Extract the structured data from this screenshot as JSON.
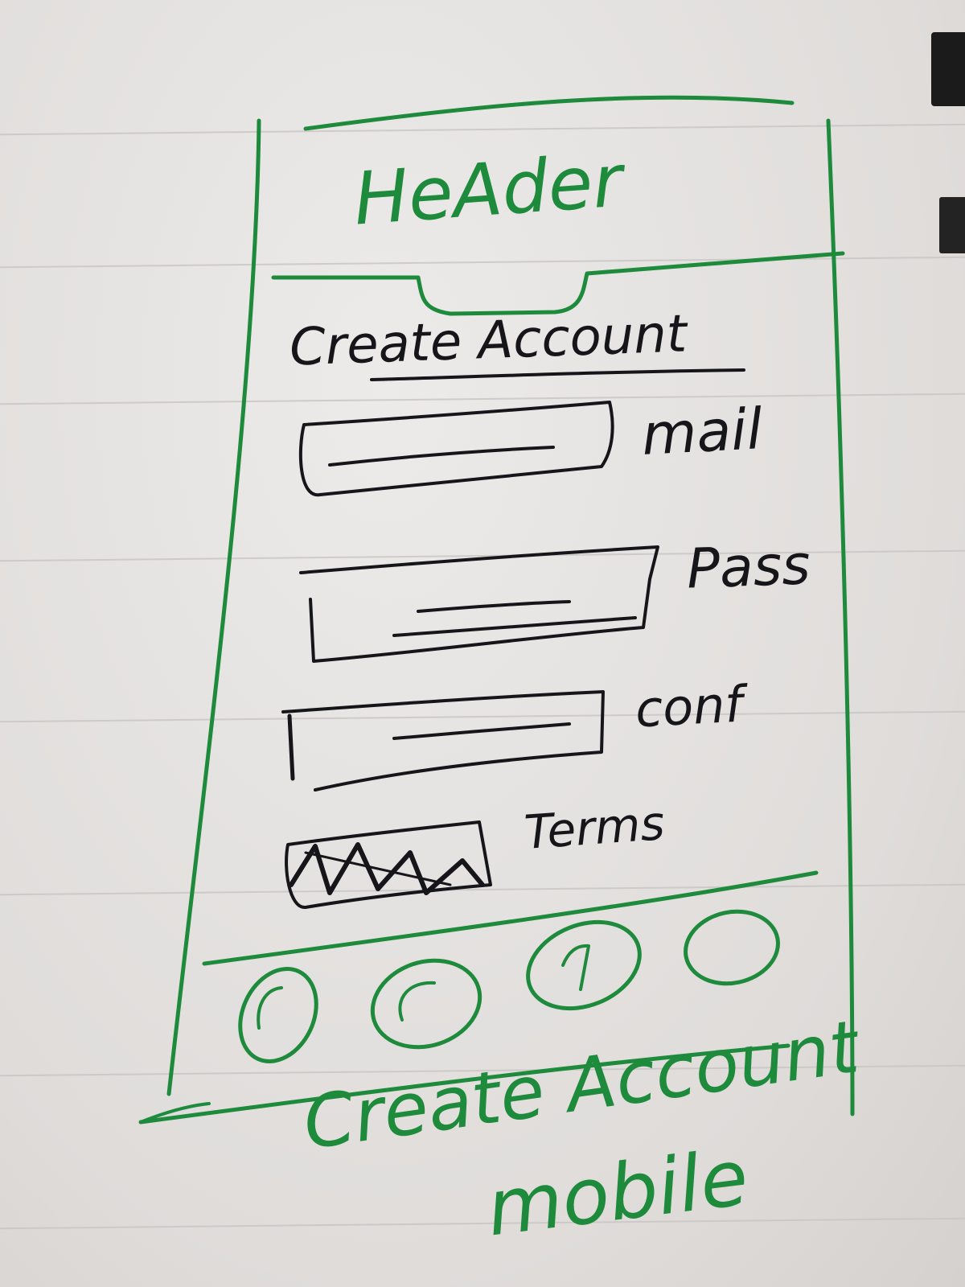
{
  "wireframe": {
    "header": {
      "label": "HeAder"
    },
    "form": {
      "title": "Create Account",
      "fields": [
        {
          "label": "mail"
        },
        {
          "label": "Pass"
        },
        {
          "label": "conf"
        },
        {
          "label": "Terms"
        }
      ]
    },
    "footer": {
      "icons": [
        "circle-icon",
        "circle-icon",
        "circle-icon",
        "circle-icon"
      ]
    }
  },
  "caption": {
    "line1": "Create Account",
    "line2": "mobile"
  },
  "colors": {
    "pen_green": "#1e8a3c",
    "pen_black": "#16161a",
    "paper": "#e3e1df"
  }
}
